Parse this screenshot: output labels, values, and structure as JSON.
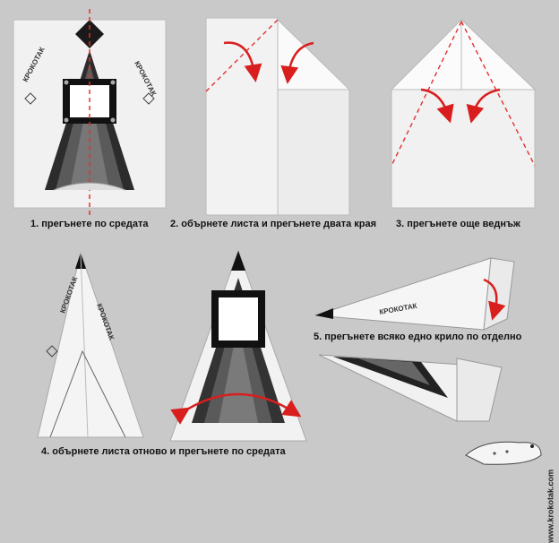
{
  "steps": [
    {
      "number": 1,
      "caption": "1. прегънете по средата"
    },
    {
      "number": 2,
      "caption": "2. обърнете листа и прегънете двата края"
    },
    {
      "number": 3,
      "caption": "3. прегънете още веднъж"
    },
    {
      "number": 4,
      "caption": "4. обърнете листа отново и прегънете по средата"
    },
    {
      "number": 5,
      "caption": "5. прегънете всяко едно крило по отделно"
    }
  ],
  "paper_label": "КРОКОТАК",
  "watermark": "www.krokotak.com",
  "colors": {
    "background": "#c9c9c9",
    "paper": "#f4f4f4",
    "fold_line": "#e23030",
    "arrow": "#d91e1e",
    "dark_band": "#2a2a2a"
  },
  "icons": [
    "red-curved-arrow-icon",
    "dashed-fold-line",
    "star-icon",
    "crocodile-mascot-icon"
  ]
}
